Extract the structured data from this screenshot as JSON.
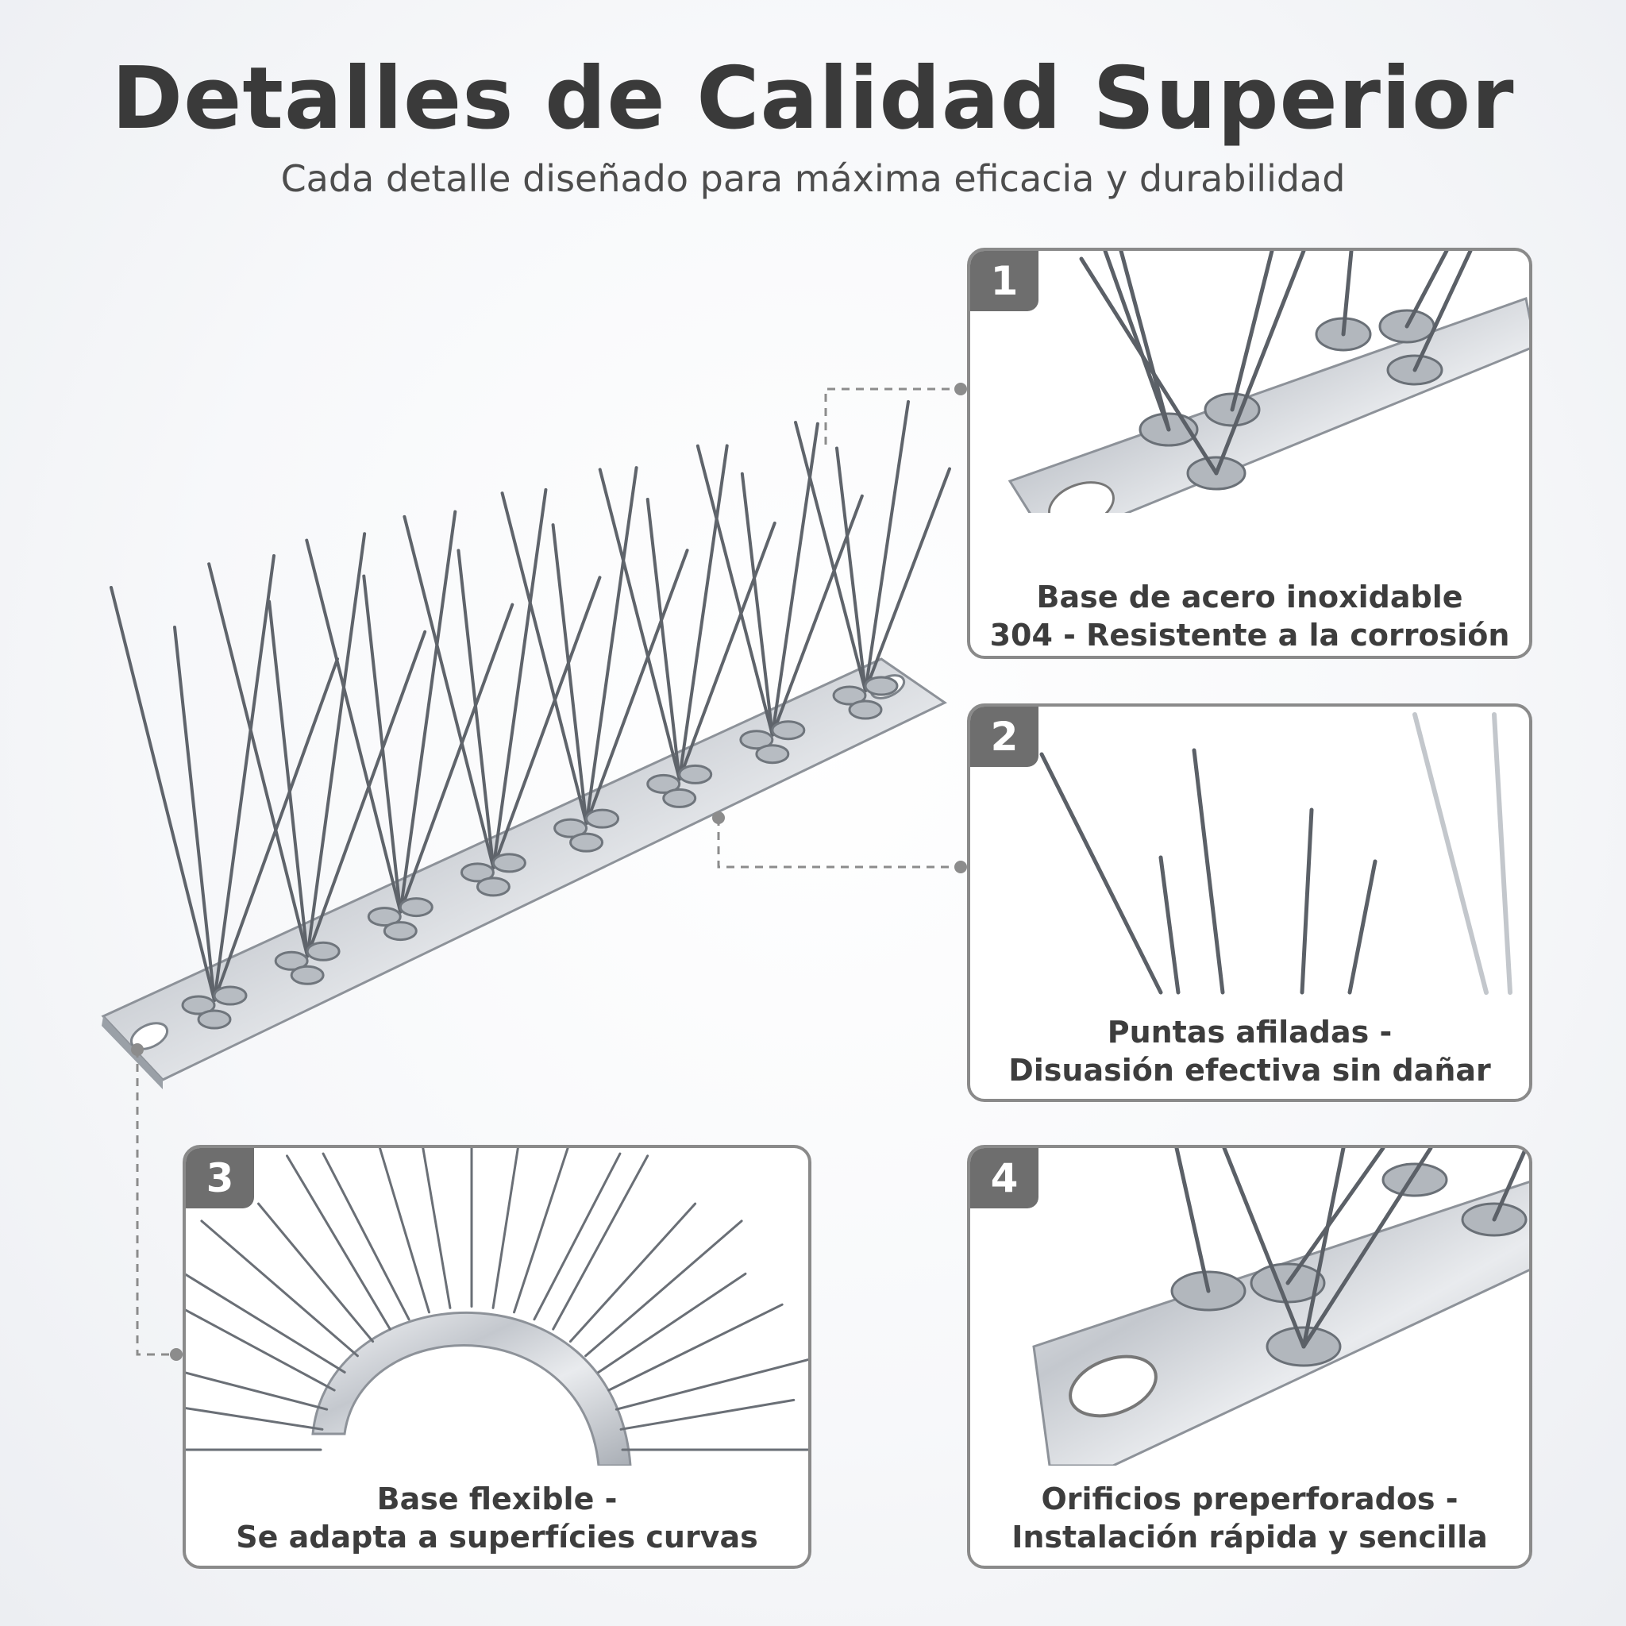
{
  "header": {
    "title": "Detalles de Calidad Superior",
    "subtitle": "Cada detalle diseñado para máxima eficacia y durabilidad"
  },
  "panels": [
    {
      "number": "1",
      "caption_line1": "Base de acero inoxidable",
      "caption_line2": "304 - Resistente a la corrosión"
    },
    {
      "number": "2",
      "caption_line1": "Puntas afiladas -",
      "caption_line2": "Disuasión efectiva sin dañar"
    },
    {
      "number": "3",
      "caption_line1": "Base flexible -",
      "caption_line2": "Se adapta a superfícies curvas"
    },
    {
      "number": "4",
      "caption_line1": "Orificios preperforados -",
      "caption_line2": "Instalación rápida y sencilla"
    }
  ],
  "colors": {
    "title": "#3a3a3a",
    "badge": "#6e6e6e",
    "panel_border": "#8a8a8a",
    "steel": "#c9ccd1"
  }
}
